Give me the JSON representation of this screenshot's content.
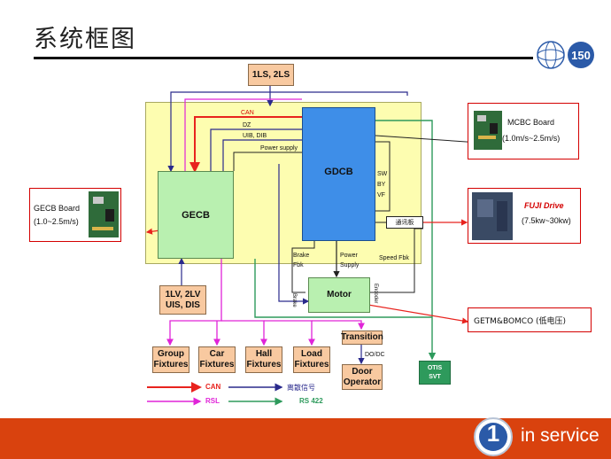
{
  "header": {
    "title": "系统框图"
  },
  "blocks": {
    "ls": "1LS, 2LS",
    "gdcb": "GDCB",
    "gecb": "GECB",
    "motor": "Motor",
    "lv": "1LV, 2LV\nUIS, DIS",
    "group": "Group\nFixtures",
    "car": "Car\nFixtures",
    "hall": "Hall\nFixtures",
    "load": "Load\nFixtures",
    "transition": "Transition",
    "door": "Door\nOperator",
    "otis_svt": "OTIS\nSVT",
    "comm": "通讯板"
  },
  "signals": {
    "can": "CAN",
    "dz": "DZ",
    "uib_dib": "UIB, DIB",
    "power_supply": "Power supply",
    "sw": "SW",
    "by": "BY",
    "vf": "VF",
    "brake_fbk": "Brake\nFbk",
    "power_supply2": "Power\nSupply",
    "speed_fbk": "Speed Fbk",
    "brake": "Brake",
    "encoder": "Encoder",
    "do_dc": "DO/DC"
  },
  "callouts": {
    "mcbc_title": "MCBC Board",
    "mcbc_range": "(1.0m/s~2.5m/s)",
    "gecb_title": "GECB Board",
    "gecb_range": "(1.0~2.5m/s)",
    "fuji_title": "FUJI Drive",
    "fuji_range": "(7.5kw~30kw)",
    "getm": "GETM&BOMCO (低电压)"
  },
  "legend": {
    "can": "CAN",
    "discrete": "离散信号",
    "rsl": "RSL",
    "rs422": "RS 422"
  },
  "colors": {
    "can": "#e8231e",
    "discrete": "#2a2a8c",
    "rsl": "#e024d8",
    "rs422": "#2e9a5c",
    "gdcb": "#3e8ee8",
    "gecb": "#b9f0b0",
    "panel": "#fdfdb0",
    "footer": "#d9420e"
  },
  "footer": {
    "number": "1",
    "text": "in service"
  }
}
